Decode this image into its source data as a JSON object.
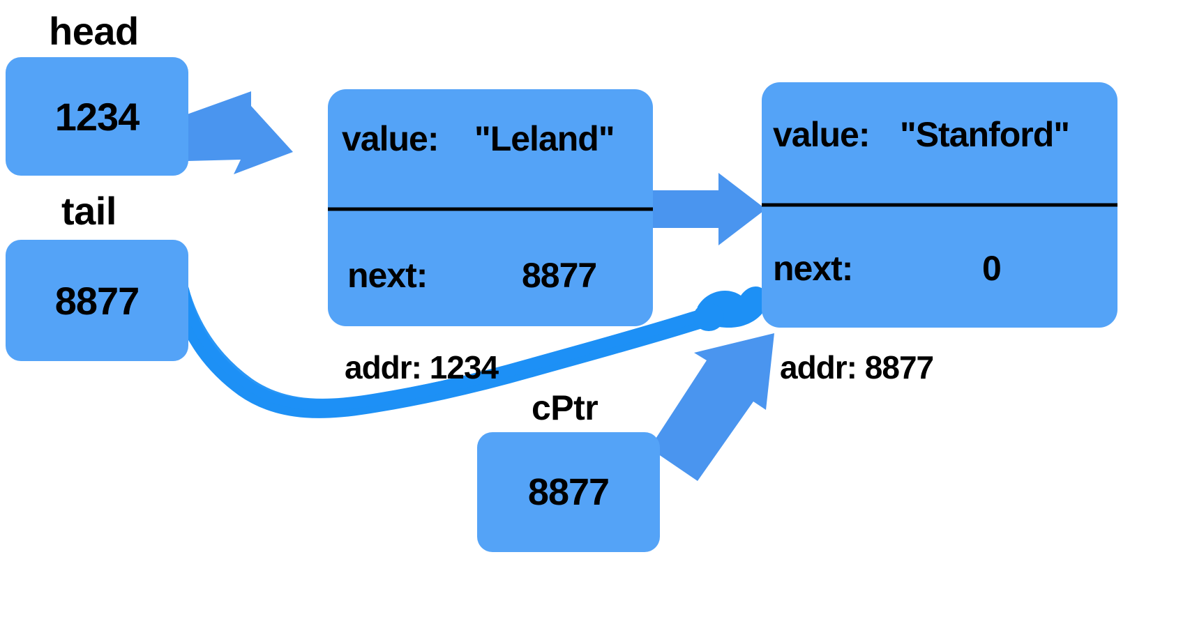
{
  "diagram": {
    "title": "Linked list with head, tail and cPtr pointers",
    "colors": {
      "box_fill": "#54a3f7",
      "arrow_block": "#4a95ef",
      "arrow_freehand": "#1d90f5",
      "text": "#000000",
      "background": "#ffffff"
    }
  },
  "pointers": [
    {
      "name": "head",
      "label": "head",
      "value": "1234"
    },
    {
      "name": "tail",
      "label": "tail",
      "value": "8877"
    },
    {
      "name": "cPtr",
      "label": "cPtr",
      "value": "8877"
    }
  ],
  "nodes": [
    {
      "id": "node-leland",
      "value_key": "value:",
      "value_text": "\"Leland\"",
      "next_key": "next:",
      "next_text": "8877",
      "addr_label": "addr: 1234"
    },
    {
      "id": "node-stanford",
      "value_key": "value:",
      "value_text": "\"Stanford\"",
      "next_key": "next:",
      "next_text": "0",
      "addr_label": "addr: 8877"
    }
  ],
  "arrows": [
    {
      "name": "head-to-leland",
      "kind": "block-arrow",
      "from": "head",
      "to": "node-leland"
    },
    {
      "name": "leland-to-stanford",
      "kind": "block-arrow",
      "from": "node-leland",
      "to": "node-stanford"
    },
    {
      "name": "tail-to-stanford",
      "kind": "freehand-curve",
      "from": "tail",
      "to": "node-stanford"
    },
    {
      "name": "cptr-to-stanford",
      "kind": "block-arrow",
      "from": "cPtr",
      "to": "node-stanford"
    }
  ]
}
